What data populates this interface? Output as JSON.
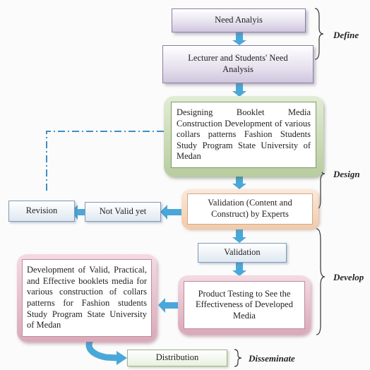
{
  "nodes": {
    "need_analysis": "Need Analyis",
    "lecturer_students": "Lecturer and Students' Need Analysis",
    "designing": "Designing Booklet Media Construction Development of various collars patterns Fashion Students Study Program State University of Medan",
    "validation_experts": "Validation (Content and Construct) by Experts",
    "not_valid": "Not Valid yet",
    "revision": "Revision",
    "validation": "Validation",
    "product_testing": "Product Testing to See the Effectiveness of Developed Media",
    "development": "Development of Valid, Practical, and Effective booklets media for various construction of collars patterns for Fashion students Study Program State University of Medan",
    "distribution": "Distribution"
  },
  "phases": {
    "define": "Define",
    "design": "Design",
    "develop": "Develop",
    "disseminate": "Disseminate"
  },
  "colors": {
    "arrow": "#4aa8d8",
    "dashed_line": "#3f8fc4",
    "purple": "#cfc6dd",
    "green": "#b8cc9f",
    "peach": "#f2cba9",
    "pink": "#d9a9b8"
  }
}
